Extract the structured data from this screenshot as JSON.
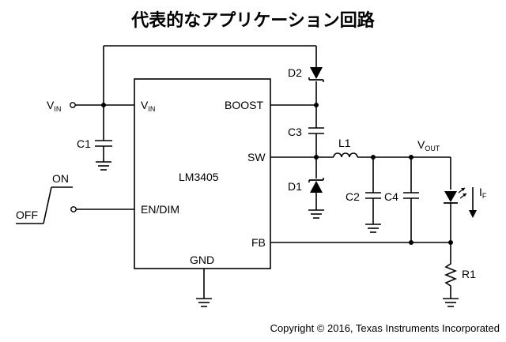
{
  "title": "代表的なアプリケーション回路",
  "copyright": "Copyright © 2016, Texas Instruments Incorporated",
  "ic": {
    "name": "LM3405",
    "pins": {
      "vin_main": "V",
      "vin_sub": "IN",
      "boost": "BOOST",
      "sw": "SW",
      "en": "EN/DIM",
      "fb": "FB",
      "gnd": "GND"
    }
  },
  "terminals": {
    "vin_main": "V",
    "vin_sub": "IN",
    "vout_main": "V",
    "vout_sub": "OUT"
  },
  "switch": {
    "on": "ON",
    "off": "OFF"
  },
  "components": {
    "c1": "C1",
    "c2": "C2",
    "c3": "C3",
    "c4": "C4",
    "d1": "D1",
    "d2": "D2",
    "l1": "L1",
    "r1": "R1"
  },
  "current": {
    "main": "I",
    "sub": "F"
  }
}
